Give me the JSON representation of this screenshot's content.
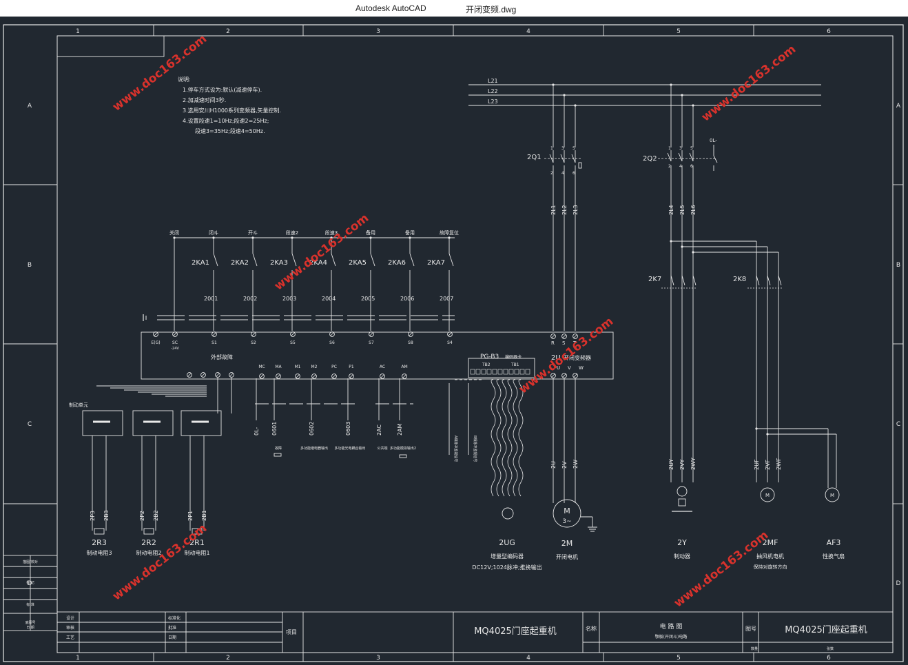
{
  "app": {
    "name": "Autodesk AutoCAD",
    "file": "开闭变频.dwg"
  },
  "grid": {
    "cols": [
      "1",
      "2",
      "3",
      "4",
      "5",
      "6"
    ],
    "rows": [
      "A",
      "B",
      "C",
      "D"
    ]
  },
  "watermark": "www.doc163.com",
  "notes": {
    "title": "说明:",
    "lines": [
      "1.停车方式设为:默认(减速停车).",
      "2.加减速时间3秒.",
      "3.选用安川H1000系列变频器,矢量控制.",
      "4.设置段速1=10Hz;段速2=25Hz;",
      "段速3=35Hz;段速4=50Hz."
    ]
  },
  "bus": [
    "L21",
    "L22",
    "L23"
  ],
  "relays": {
    "headers": [
      "关闭",
      "闭斗",
      "开斗",
      "段速2",
      "段速3",
      "备用",
      "备用",
      "故障复位"
    ],
    "labels": [
      "2KA1",
      "2KA2",
      "2KA3",
      "2KA4",
      "2KA5",
      "2KA6",
      "2KA7"
    ],
    "wires": [
      "2001",
      "2002",
      "2003",
      "2004",
      "2005",
      "2006",
      "2007"
    ]
  },
  "terminals_top": [
    "E(G)",
    "SC",
    "S1",
    "S2",
    "S5",
    "S6",
    "S7",
    "S8",
    "S4"
  ],
  "sc_note": "-24V",
  "fault_label": "外部故障",
  "terminals_bottom": [
    "MC",
    "MA",
    "M1",
    "M2",
    "PC",
    "P1",
    "AC",
    "AM"
  ],
  "bottom_wires": [
    "0L-",
    "0601",
    "0602",
    "0603",
    "2AC",
    "2AM"
  ],
  "bottom_notes": [
    "故障",
    "多功能继电器输出",
    "多功能光电耦合输出",
    "公共端",
    "多功能模拟输出2"
  ],
  "brake_unit": "制动单元",
  "brake_wires": [
    "2P3",
    "2B3",
    "2P2",
    "2B2",
    "2P1",
    "2B1"
  ],
  "resistors": [
    {
      "id": "2R3",
      "name": "制动电阻3"
    },
    {
      "id": "2R2",
      "name": "制动电阻2"
    },
    {
      "id": "2R1",
      "name": "制动电阻1"
    }
  ],
  "pg": {
    "label": "PG-B3",
    "sub": "编码器卡",
    "tb2": "TB2",
    "tb1": "TB1"
  },
  "pg_notes": [
    "A相脉冲监视信号",
    "B相脉冲监视信号"
  ],
  "inverter": {
    "label": "2U",
    "name": "开闭变频器",
    "in": [
      "R",
      "S",
      "T"
    ],
    "out": [
      "U",
      "V",
      "W"
    ]
  },
  "encoder": {
    "id": "2UG",
    "name": "增量型编码器",
    "spec": "DC12V;1024脉冲;推挽输出"
  },
  "motor": {
    "symbol": "M",
    "phase": "3~",
    "id": "2M",
    "name": "开闭电机"
  },
  "breakers": [
    "2Q1",
    "2Q2"
  ],
  "breaker_pins_top": [
    "1",
    "3",
    "5"
  ],
  "breaker_pins_bottom": [
    "2",
    "4",
    "6"
  ],
  "ol_label": "0L-",
  "wires_2q1": [
    "2L1",
    "2L2",
    "2L3"
  ],
  "wires_2q2": [
    "2L4",
    "2L5",
    "2L6"
  ],
  "contactors": [
    "2K7",
    "2K8"
  ],
  "motor_wires": [
    "2U",
    "2V",
    "2W"
  ],
  "y_wires": [
    "2UY",
    "2VY",
    "2WY"
  ],
  "f_wires": [
    "2UF",
    "2VF",
    "2WF"
  ],
  "loads": [
    {
      "id": "2Y",
      "name": "制动器"
    },
    {
      "id": "2MF",
      "name": "抽风机电机",
      "sub": "保持对旋转方向"
    },
    {
      "id": "AF3",
      "name": "性换气扇"
    }
  ],
  "titleblock": {
    "left_labels": [
      "描图/校对",
      "标 记",
      "标 准",
      "底图号",
      "日 期"
    ],
    "col_a": [
      "设计",
      "审核",
      "工艺"
    ],
    "col_b": [
      "标准化",
      "批准",
      "日期"
    ],
    "item": "项目",
    "project": "MQ4025门座起重机",
    "name_label": "名称",
    "drawing_name": "电 路 图",
    "drawing_sub": "颚板(开闭斗)电路",
    "drawing_no_label": "图号",
    "project2": "MQ4025门座起重机",
    "sheet_labels": [
      "",
      ""
    ],
    "bottom_labels": [
      "数量",
      "张数"
    ]
  }
}
